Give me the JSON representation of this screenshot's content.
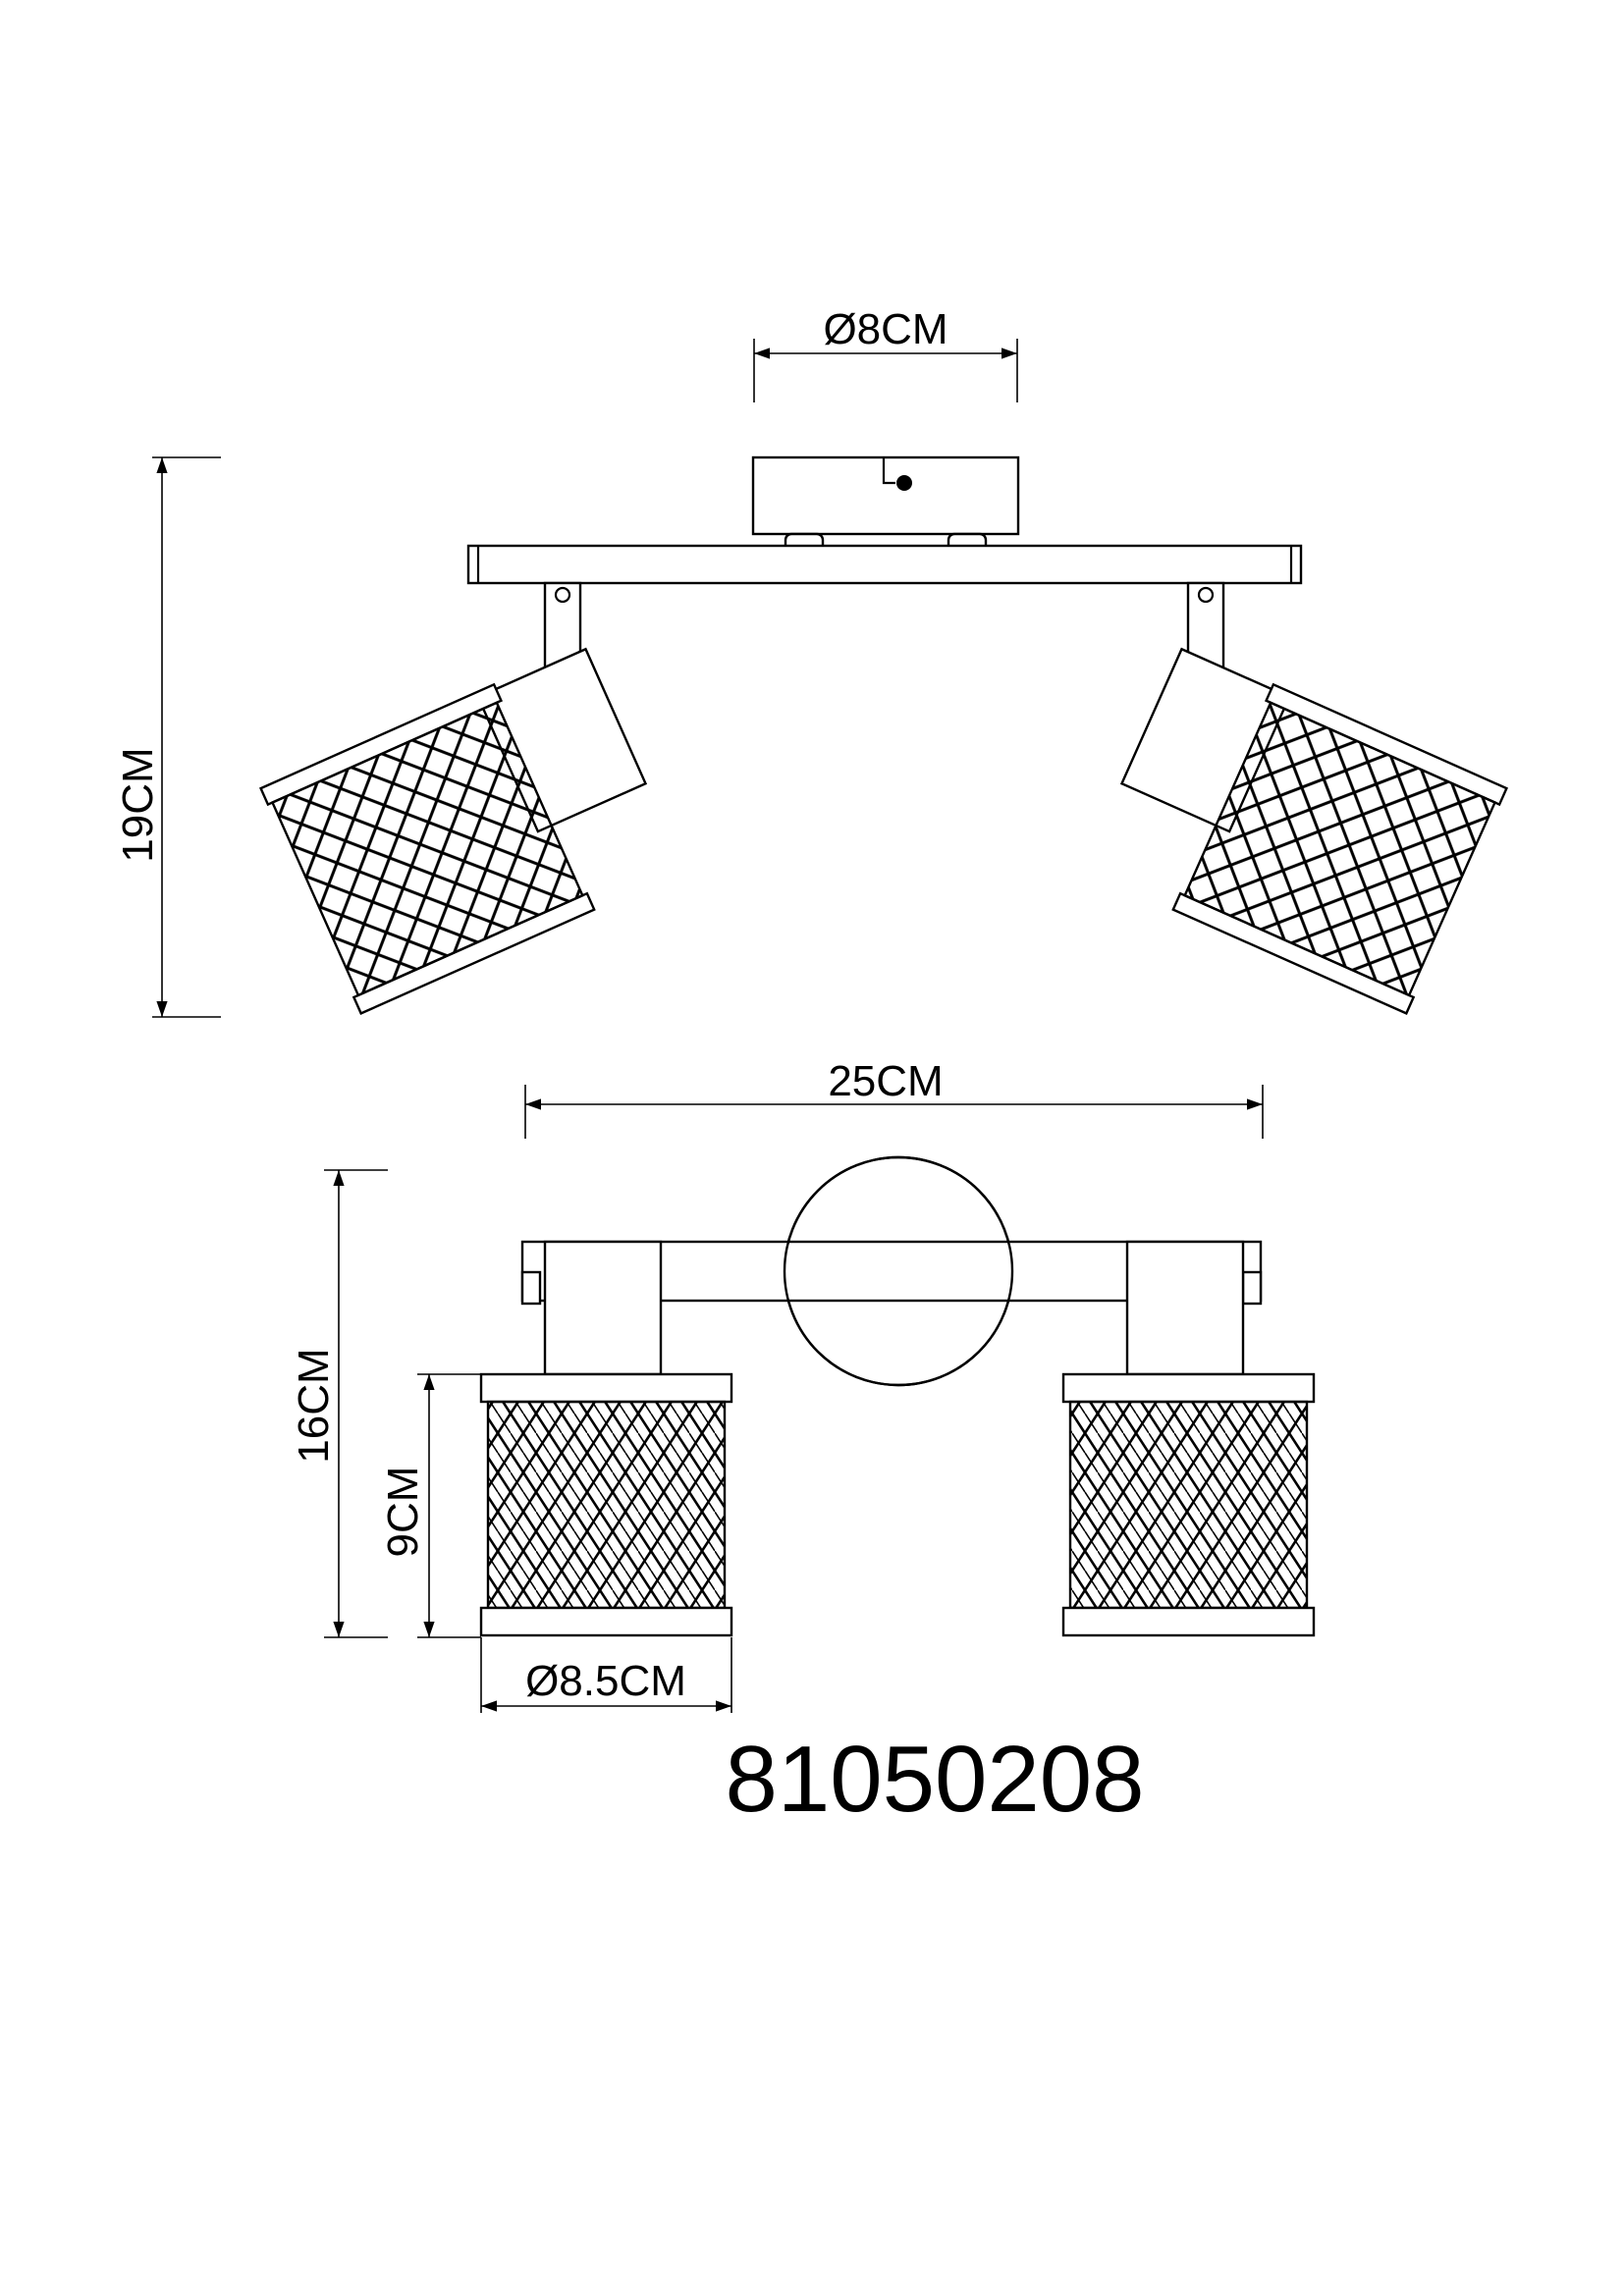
{
  "dimensions": {
    "canopy_diameter": "Ø8CM",
    "overall_height_side": "19CM",
    "overall_length": "25CM",
    "overall_height_front": "16CM",
    "shade_height": "9CM",
    "shade_diameter": "Ø8.5CM"
  },
  "product_code": "81050208",
  "colors": {
    "line": "#000000",
    "background": "#ffffff"
  }
}
